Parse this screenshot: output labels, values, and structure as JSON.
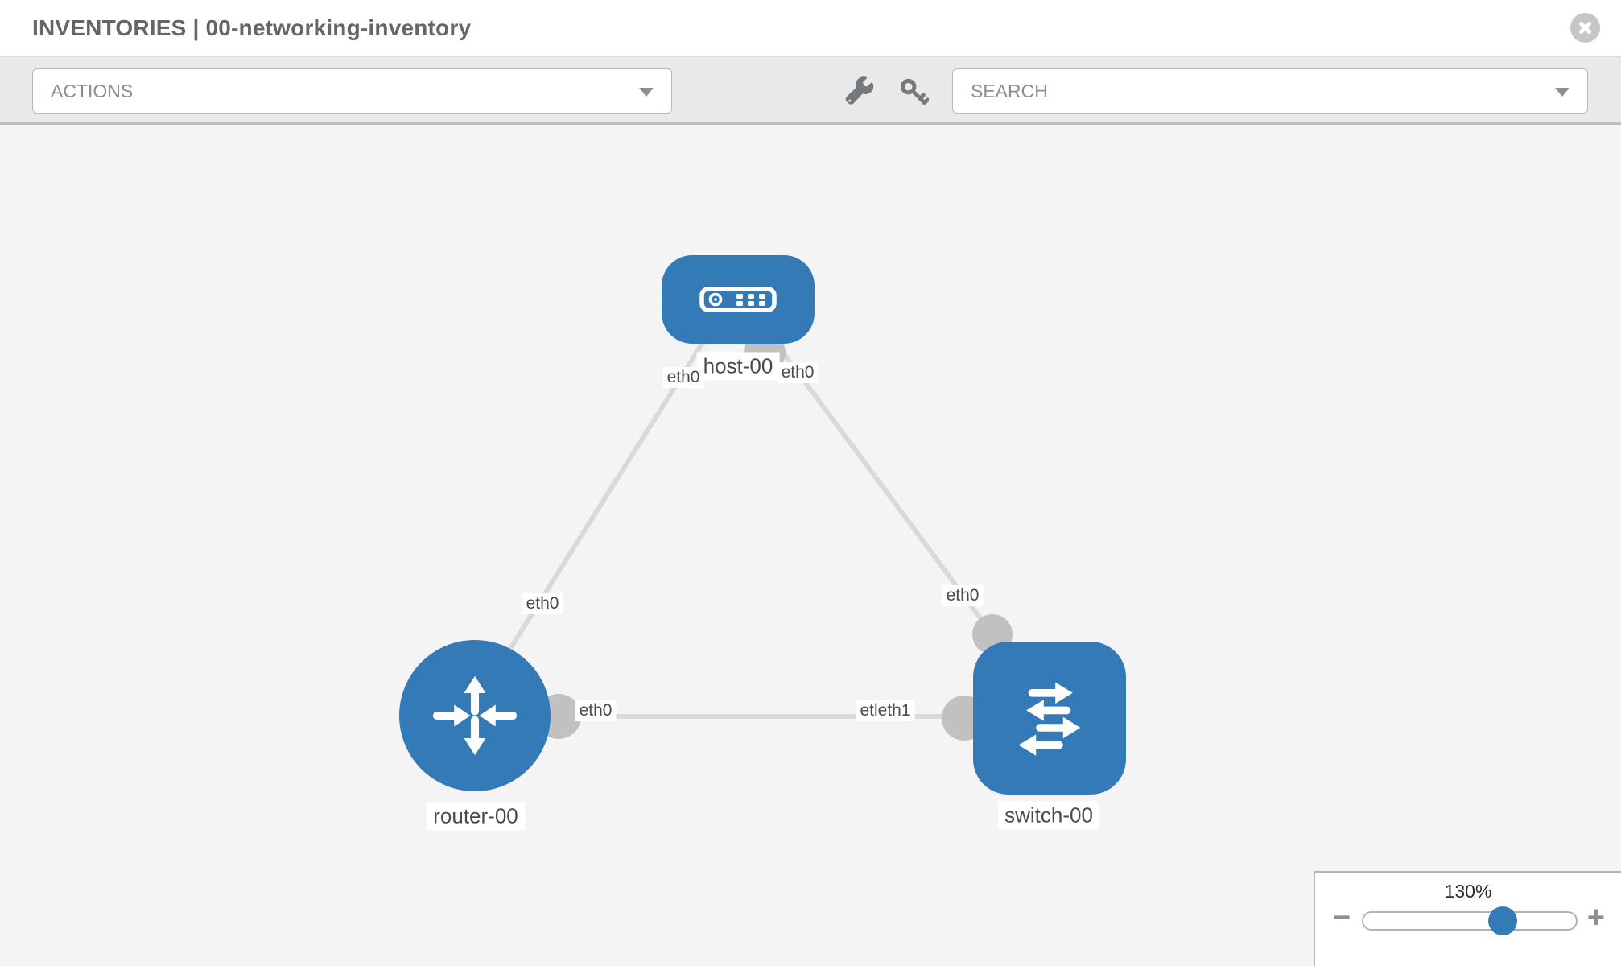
{
  "header": {
    "title": "INVENTORIES | 00-networking-inventory"
  },
  "toolbar": {
    "actions_label": "ACTIONS",
    "search_label": "SEARCH",
    "icons": [
      "wrench-icon",
      "key-icon"
    ]
  },
  "topology": {
    "nodes": [
      {
        "id": "host-00",
        "type": "host",
        "label": "host-00"
      },
      {
        "id": "router-00",
        "type": "router",
        "label": "router-00"
      },
      {
        "id": "switch-00",
        "type": "switch",
        "label": "switch-00"
      }
    ],
    "links": [
      {
        "from": "host-00",
        "to": "router-00",
        "from_port": "eth0",
        "to_port": "eth0"
      },
      {
        "from": "host-00",
        "to": "switch-00",
        "from_port": "eth0",
        "to_port": "eth0"
      },
      {
        "from": "router-00",
        "to": "switch-00",
        "from_port": "eth0",
        "to_port": "eth1"
      }
    ],
    "port_labels": {
      "host_left": "eth0",
      "host_right": "eth0",
      "router_up": "eth0",
      "switch_up": "eth0",
      "mid_left": "eth0",
      "mid_right": "etleth1"
    }
  },
  "zoom_control": {
    "value": "130%",
    "minus_glyph": "−",
    "plus_glyph": "+",
    "thumb_percent": 65
  },
  "colors": {
    "node_blue": "#337ab7",
    "link_gray": "#d9d9d9",
    "dot_gray": "#c1c1c1",
    "canvas_bg": "#f4f4f4",
    "toolbar_bg": "#e9e9e9"
  }
}
